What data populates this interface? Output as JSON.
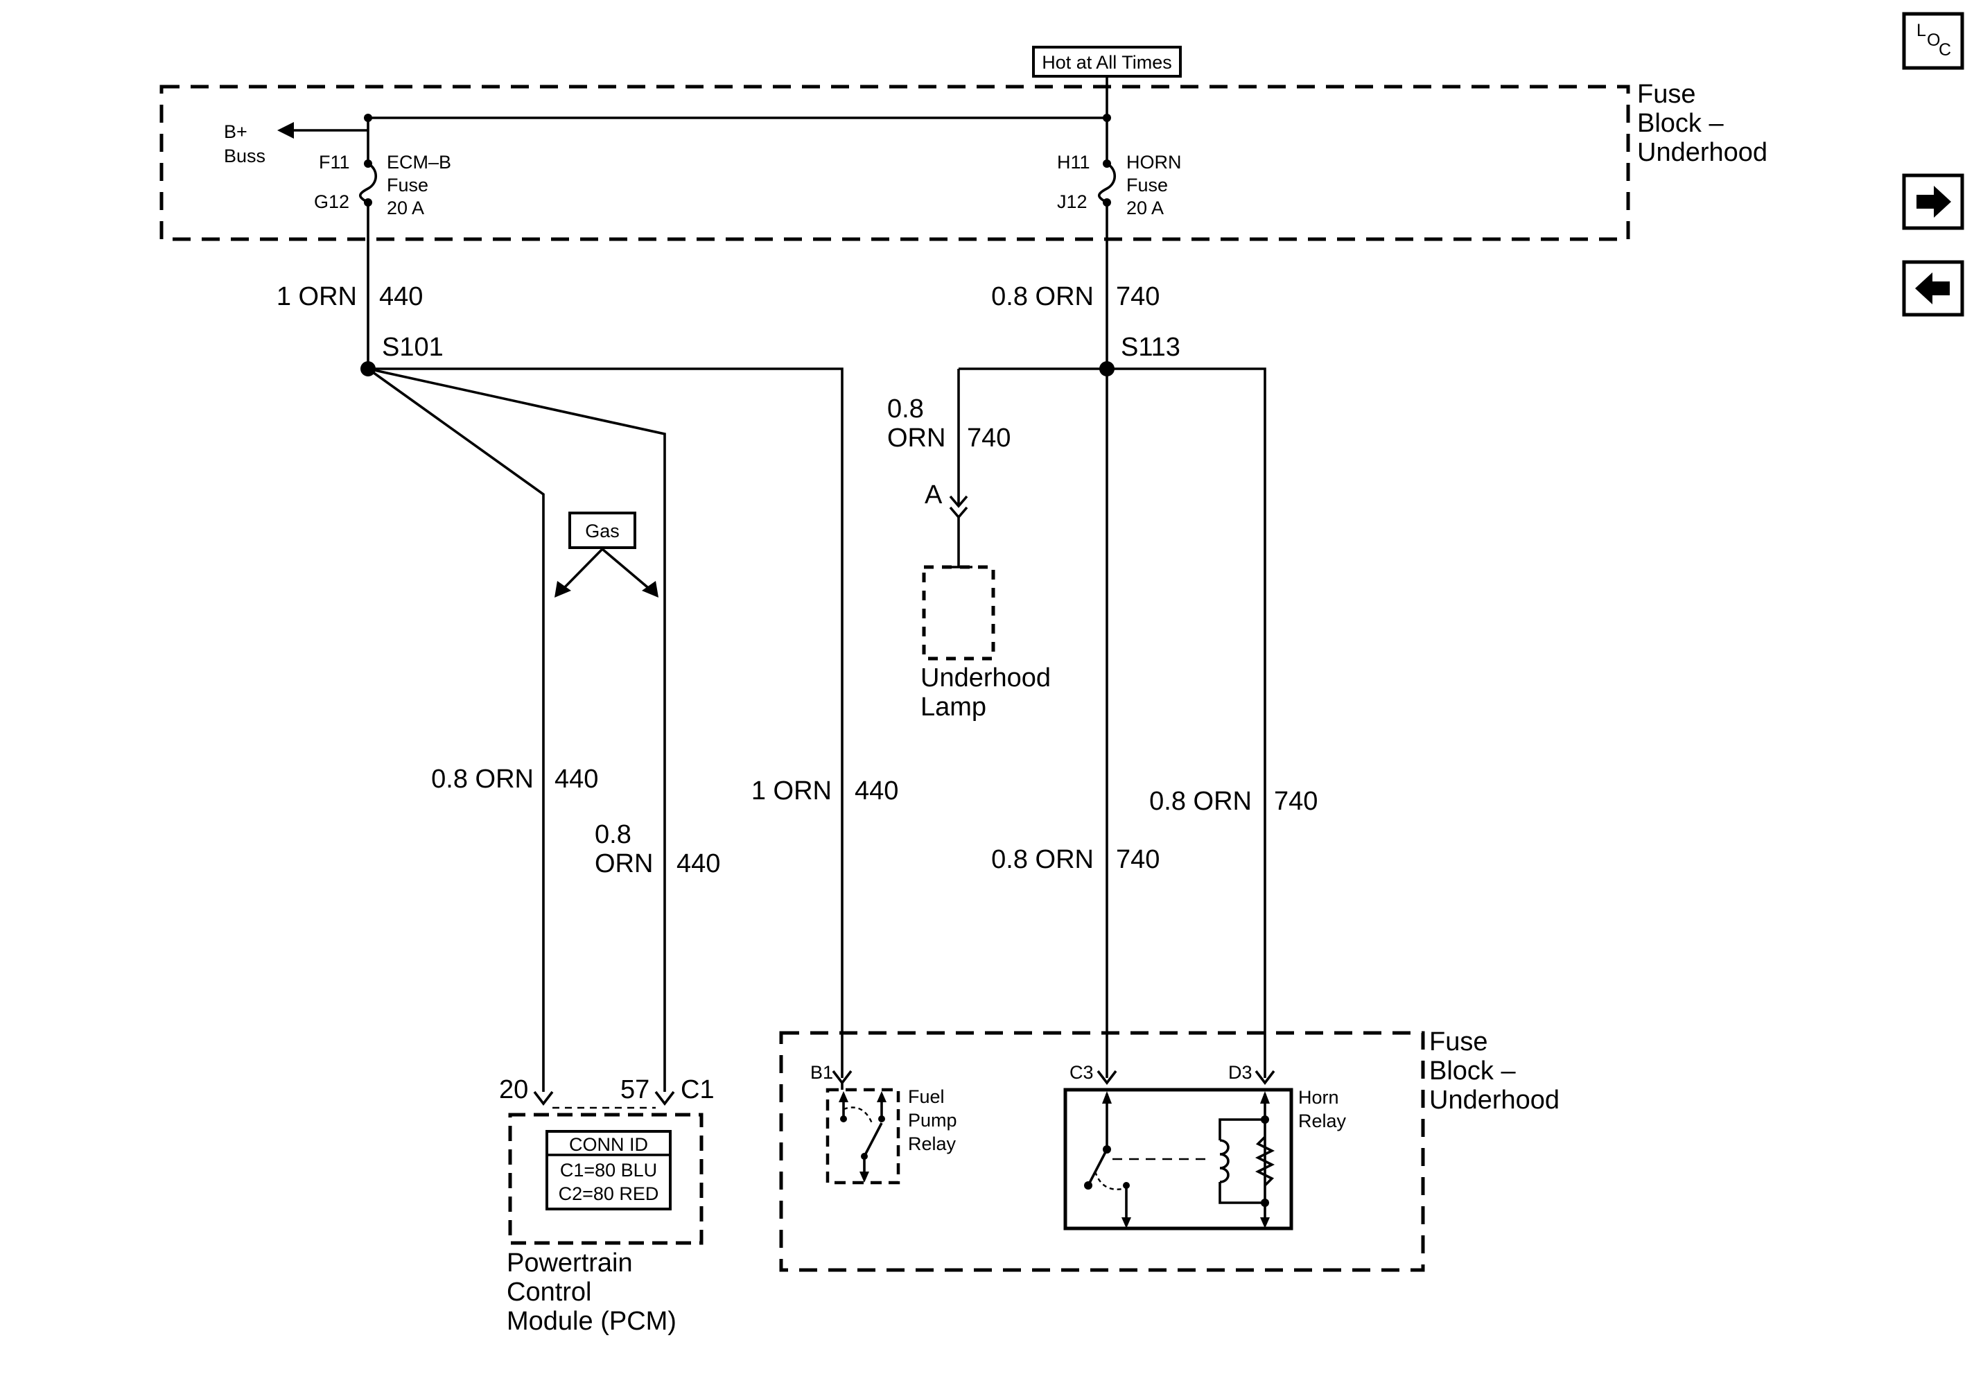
{
  "header": {
    "hot_label": "Hot at All Times"
  },
  "fuse_block_top": {
    "title": [
      "Fuse",
      "Block –",
      "Underhood"
    ],
    "bplus": [
      "B+",
      "Buss"
    ],
    "fuse_ecm": {
      "pin_in": "F11",
      "pin_out": "G12",
      "label": [
        "ECM–B",
        "Fuse",
        "20 A"
      ]
    },
    "fuse_horn": {
      "pin_in": "H11",
      "pin_out": "J12",
      "label": [
        "HORN",
        "Fuse",
        "20 A"
      ]
    }
  },
  "splices": {
    "s101": "S101",
    "s113": "S113"
  },
  "wires": {
    "ecm_feed": {
      "size": "1 ORN",
      "circuit": "440"
    },
    "horn_feed": {
      "size": "0.8 ORN",
      "circuit": "740"
    },
    "lamp": {
      "size": [
        "0.8",
        "ORN"
      ],
      "circuit": "740",
      "connector": "A"
    },
    "pcm_20": {
      "size": "0.8 ORN",
      "circuit": "440"
    },
    "pcm_57": {
      "size": [
        "0.8",
        "ORN"
      ],
      "circuit": "440"
    },
    "fuel_pump": {
      "size": "1 ORN",
      "circuit": "440"
    },
    "horn_c3": {
      "size": "0.8 ORN",
      "circuit": "740"
    },
    "horn_d3": {
      "size": "0.8 ORN",
      "circuit": "740"
    }
  },
  "gas_label": "Gas",
  "lamp_label": [
    "Underhood",
    "Lamp"
  ],
  "pcm": {
    "pins": {
      "p20": "20",
      "p57": "57",
      "conn": "C1"
    },
    "conn_id": [
      "CONN ID",
      "C1=80 BLU",
      "C2=80 RED"
    ],
    "title": [
      "Powertrain",
      "Control",
      "Module (PCM)"
    ]
  },
  "fuse_block_bottom": {
    "title": [
      "Fuse",
      "Block –",
      "Underhood"
    ],
    "pins": {
      "b1": "B1",
      "c3": "C3",
      "d3": "D3"
    },
    "fuel_relay": [
      "Fuel",
      "Pump",
      "Relay"
    ],
    "horn_relay": [
      "Horn",
      "Relay"
    ]
  },
  "nav": {
    "loc_icon": "loc-icon",
    "next_icon": "arrow-right-icon",
    "prev_icon": "arrow-left-icon",
    "loc_letters": [
      "L",
      "O",
      "C"
    ]
  }
}
